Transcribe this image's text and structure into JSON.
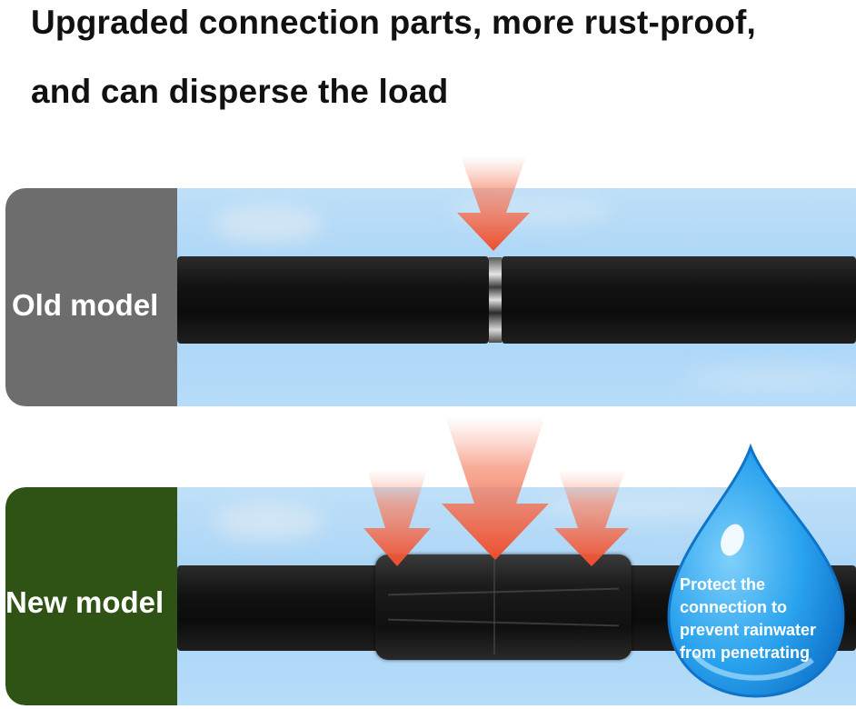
{
  "headline": {
    "line1": "Upgraded connection parts, more rust-proof,",
    "line2": "and can disperse the load"
  },
  "comparison": {
    "old": {
      "label": "Old model"
    },
    "new": {
      "label": "New model"
    }
  },
  "callout": {
    "text_lines": [
      "Protect the",
      "connection to",
      "prevent rainwater",
      "from penetrating"
    ]
  },
  "colors": {
    "old_label_bg": "#6d6d6d",
    "new_label_bg": "#2e5315",
    "arrow": "#f0583a",
    "water_drop": "#2aa6ee",
    "sky": "#a7d3f6"
  },
  "icons": {
    "load_arrow": "down-arrow-icon",
    "water_drop": "water-drop-icon"
  }
}
